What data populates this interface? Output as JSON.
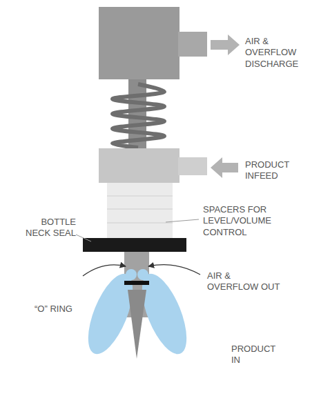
{
  "diagram": {
    "labels": [
      "AIR & OVERFLOW DISCHARGE",
      "PRODUCT INFEED",
      "SPACERS FOR LEVEL/VOLUME CONTROL",
      "BOTTLE NECK SEAL",
      "“O” RING",
      "AIR & OVERFLOW OUT",
      "PRODUCT IN"
    ]
  }
}
